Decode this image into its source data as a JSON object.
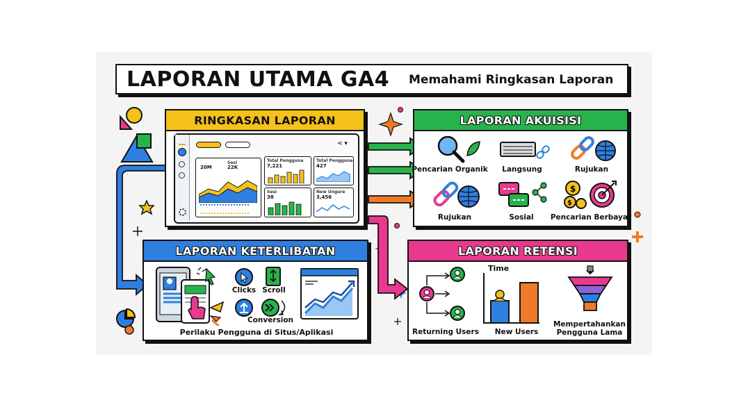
{
  "title": {
    "main": "LAPORAN UTAMA GA4",
    "subtitle": "Memahami Ringkasan Laporan"
  },
  "colors": {
    "yellow": "#f5c11b",
    "green": "#27b34b",
    "blue": "#2f7fe0",
    "pink": "#e8398e",
    "orange": "#f07a28"
  },
  "ringkasan": {
    "header": "RINGKASAN LAPORAN",
    "widgets": [
      {
        "label": "Sesi",
        "value": "22K",
        "label2": "",
        "value2": "20M"
      },
      {
        "label": "Total Pengguna",
        "value": "7,221"
      },
      {
        "label": "Total Pengguna",
        "value": "427"
      },
      {
        "label": "Sesi",
        "value": "38"
      },
      {
        "label": "New Ungure",
        "value": "3,456"
      }
    ]
  },
  "akuisisi": {
    "header": "LAPORAN AKUISISI",
    "items": [
      "Pencarian Organik",
      "Langsung",
      "Rujukan",
      "Rujukan",
      "Sosial",
      "Pencarian Berbayar"
    ]
  },
  "keterlibatan": {
    "header": "LAPORAN KETERLIBATAN",
    "clicks": "Clicks",
    "scroll": "Scroll",
    "conversion": "Conversion",
    "caption": "Perilaku Pengguna di Situs/Aplikasi"
  },
  "retensi": {
    "header": "LAPORAN RETENSI",
    "returning": "Returning Users",
    "time": "Time",
    "new_users": "New Users",
    "retain": "Mempertahankan Pengguna Lama"
  }
}
